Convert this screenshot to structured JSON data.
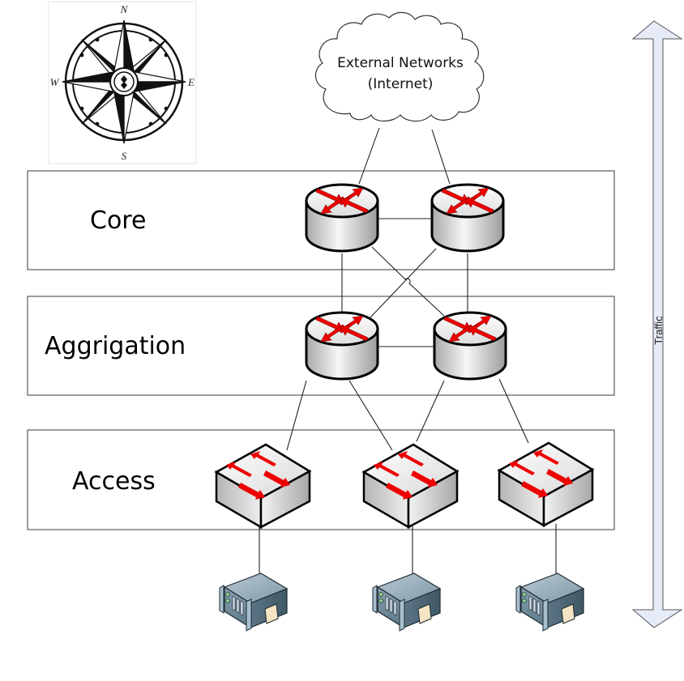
{
  "diagram": {
    "title": "Three-tier network topology",
    "compass": {
      "north": "N",
      "south": "S",
      "east": "E",
      "west": "W"
    },
    "cloud": {
      "line1": "External Networks",
      "line2": "(Internet)"
    },
    "layers": [
      {
        "id": "core",
        "label": "Core"
      },
      {
        "id": "aggregation",
        "label": "Aggrigation"
      },
      {
        "id": "access",
        "label": "Access"
      }
    ],
    "traffic_arrow": {
      "label": "Traffic",
      "direction": "bidirectional-vertical",
      "fill": "#e6ecf7"
    },
    "nodes": {
      "core_routers": [
        "core-router-1",
        "core-router-2"
      ],
      "aggregation_routers": [
        "aggregation-router-1",
        "aggregation-router-2"
      ],
      "access_switches": [
        "access-switch-1",
        "access-switch-2",
        "access-switch-3"
      ],
      "servers": [
        "server-1",
        "server-2",
        "server-3"
      ]
    },
    "links": [
      [
        "cloud",
        "core-router-1"
      ],
      [
        "cloud",
        "core-router-2"
      ],
      [
        "core-router-1",
        "core-router-2"
      ],
      [
        "core-router-1",
        "aggregation-router-1"
      ],
      [
        "core-router-1",
        "aggregation-router-2"
      ],
      [
        "core-router-2",
        "aggregation-router-1"
      ],
      [
        "core-router-2",
        "aggregation-router-2"
      ],
      [
        "aggregation-router-1",
        "aggregation-router-2"
      ],
      [
        "aggregation-router-1",
        "access-switch-1"
      ],
      [
        "aggregation-router-1",
        "access-switch-2"
      ],
      [
        "aggregation-router-2",
        "access-switch-2"
      ],
      [
        "aggregation-router-2",
        "access-switch-3"
      ],
      [
        "access-switch-1",
        "server-1"
      ],
      [
        "access-switch-2",
        "server-2"
      ],
      [
        "access-switch-3",
        "server-3"
      ]
    ],
    "colors": {
      "arrow_red": "#ee0000",
      "device_gray": "#d8d8d8",
      "server_blue": "#5f7e92",
      "layer_border": "#666666"
    }
  }
}
